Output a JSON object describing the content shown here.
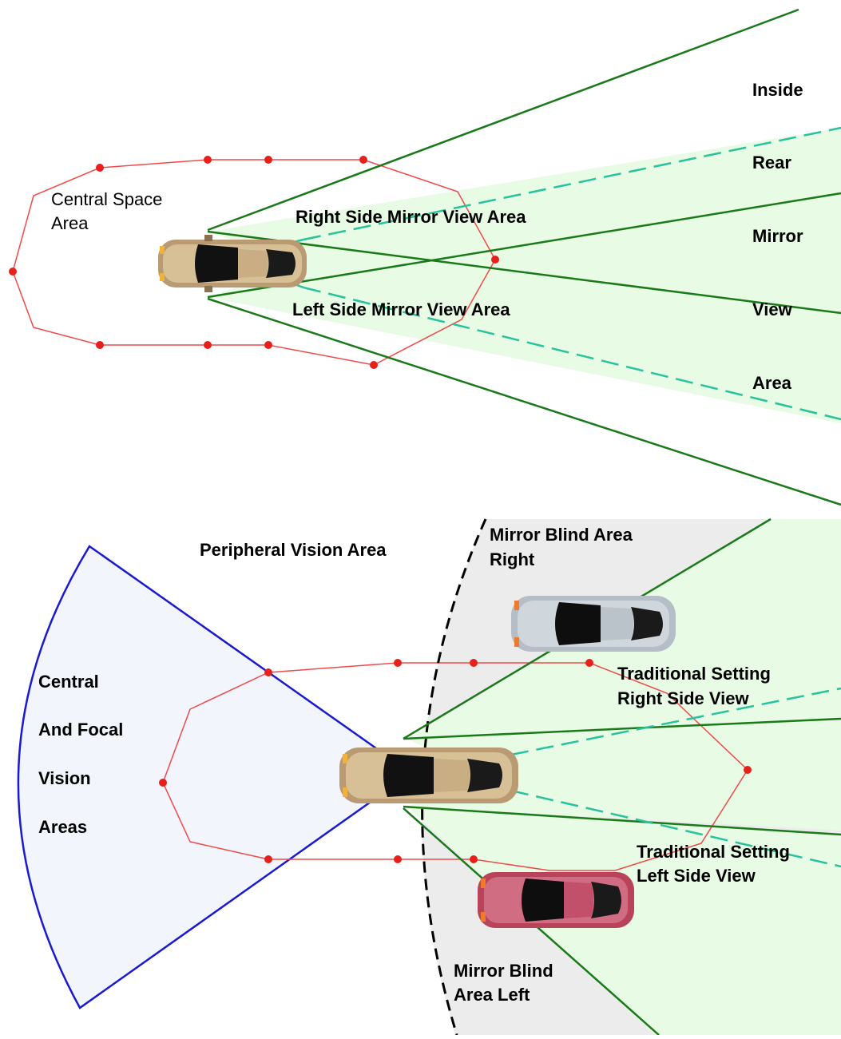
{
  "top": {
    "central_space": [
      "Central Space",
      "Area"
    ],
    "right_mirror": "Right Side Mirror View Area",
    "left_mirror": "Left Side Mirror View Area",
    "inside_rear": [
      "Inside",
      "Rear",
      "Mirror",
      "View",
      "Area"
    ]
  },
  "bottom": {
    "peripheral": "Peripheral Vision Area",
    "blind_right": [
      "Mirror Blind Area",
      "Right"
    ],
    "central_focal": [
      "Central",
      "And Focal",
      "Vision",
      "Areas"
    ],
    "trad_right": [
      "Traditional Setting",
      "Right Side View"
    ],
    "trad_left": [
      "Traditional Setting",
      "Left Side View"
    ],
    "blind_left": [
      "Mirror Blind",
      "Area Left"
    ]
  },
  "colors": {
    "zone_line": "#f04a4a",
    "zone_dot": "#e8201c",
    "mirror_line": "#1a7a1a",
    "rear_line": "#27c29e",
    "mirror_fill": "#e8fbe4",
    "focal_line": "#1a1ad0",
    "focal_fill": "#f2f5fc",
    "blind_fill": "#ececec",
    "car_main": "#b99a72",
    "car_silver": "#b5bec6",
    "car_red": "#b8435a"
  }
}
